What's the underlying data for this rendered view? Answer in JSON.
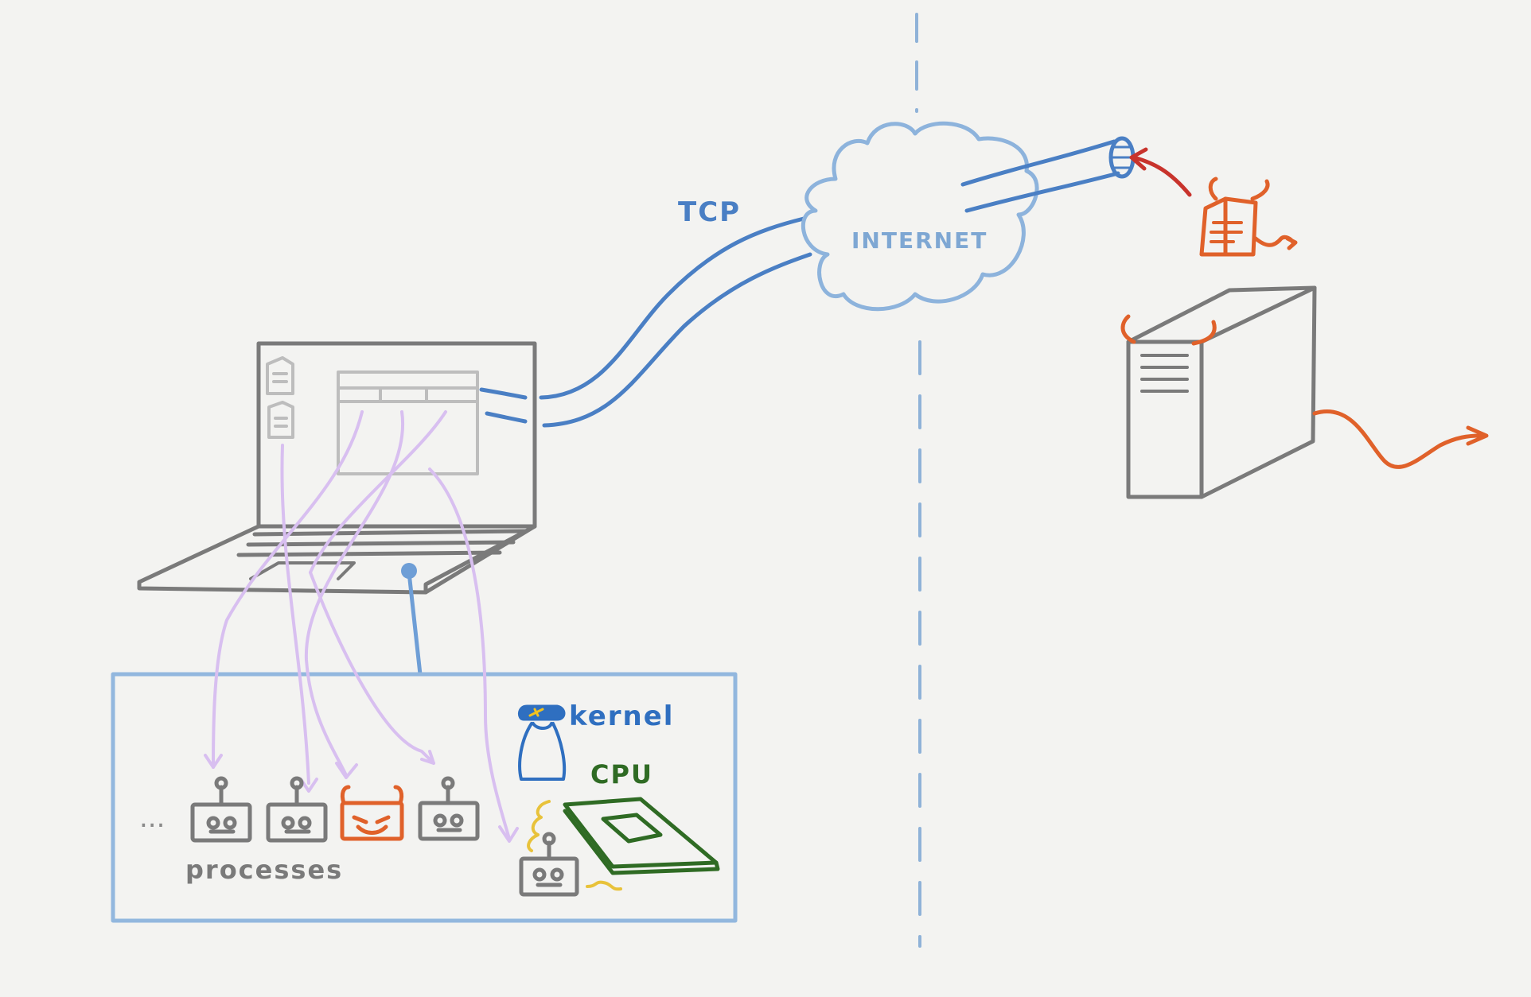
{
  "labels": {
    "tcp": "TCP",
    "internet": "INTERNET",
    "kernel": "kernel",
    "cpu": "CPU",
    "processes": "processes",
    "ellipsis": "..."
  },
  "colors": {
    "background": "#f3f3f1",
    "device_gray": "#7a7a7a",
    "screen_gray": "#bdbdbd",
    "network_blue": "#4a7fc4",
    "cloud_blue": "#8db3dc",
    "divider_blue": "#8fb2d8",
    "box_blue": "#92b7de",
    "process_arrow": "#d8bff0",
    "malicious_orange": "#e0612a",
    "attack_red": "#c8332c",
    "cpu_green": "#2f6b24",
    "cpu_heat_yellow": "#e8c23a",
    "kernel_blue": "#2f6fc0",
    "kernel_hat_yellow": "#f2c21f"
  },
  "icons": [
    "laptop-icon",
    "file-icon",
    "window-icon",
    "cloud-icon",
    "tcp-pipe-icon",
    "server-icon",
    "devil-document-icon",
    "robot-process-icon",
    "evil-process-icon",
    "kernel-officer-icon",
    "cpu-chip-icon"
  ]
}
